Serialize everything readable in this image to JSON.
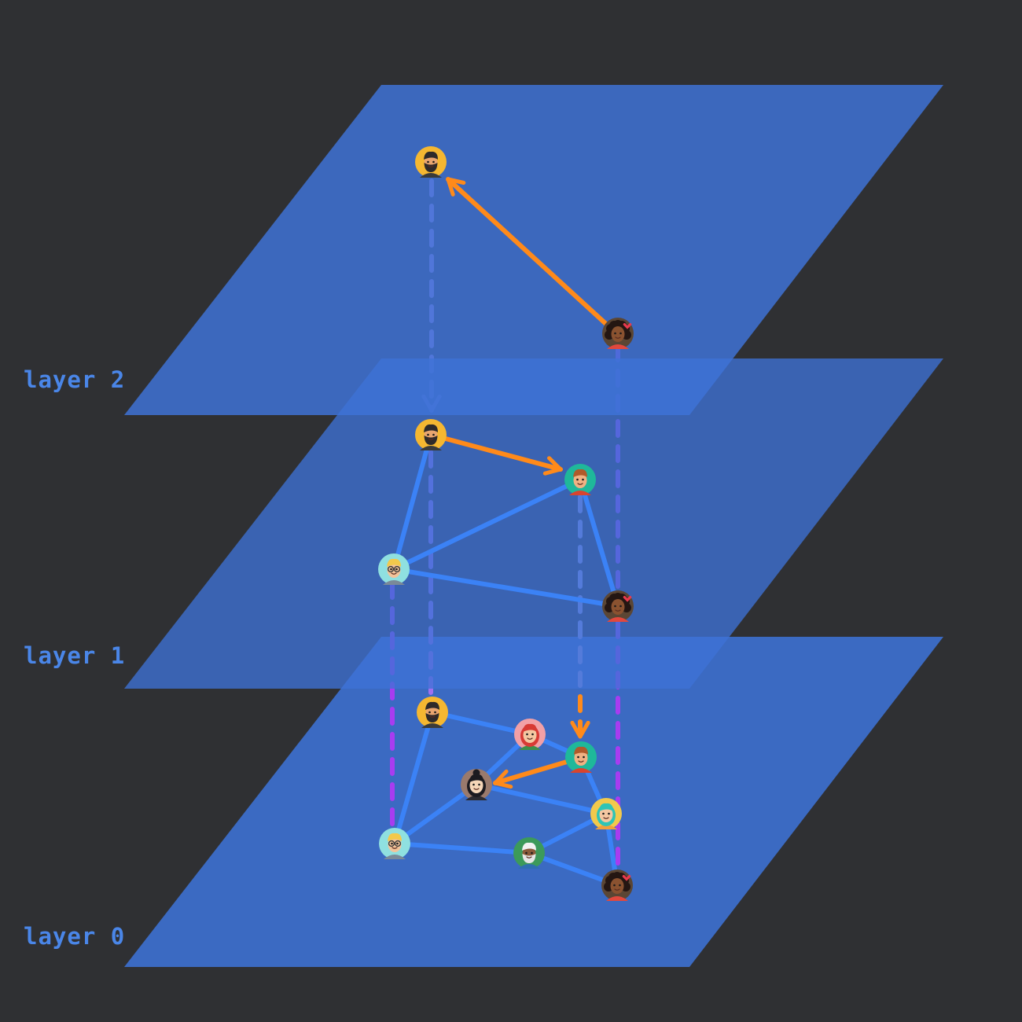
{
  "layers": [
    {
      "id": 0,
      "label": "layer 0"
    },
    {
      "id": 1,
      "label": "layer 1"
    },
    {
      "id": 2,
      "label": "layer 2"
    }
  ],
  "colors": {
    "background": "#2f3033",
    "plane": "#3e72d6",
    "label": "#4a86e8",
    "edge": "#3b82f6",
    "search_path": "#ff8a1a",
    "drop_link": "#a83cf0"
  },
  "nodes": [
    {
      "id": "bearded-man",
      "icon": "avatar-bearded-man-icon"
    },
    {
      "id": "curly-woman",
      "icon": "avatar-curly-woman-icon"
    },
    {
      "id": "redhead-man",
      "icon": "avatar-redhead-man-icon"
    },
    {
      "id": "blond-glasses",
      "icon": "avatar-blond-glasses-icon"
    },
    {
      "id": "red-hair-woman",
      "icon": "avatar-red-hair-woman-icon"
    },
    {
      "id": "black-hair-woman",
      "icon": "avatar-black-hair-woman-icon"
    },
    {
      "id": "teal-hair-woman",
      "icon": "avatar-teal-hair-woman-icon"
    },
    {
      "id": "white-hair-man",
      "icon": "avatar-white-hair-man-icon"
    }
  ],
  "graph": {
    "layer2": {
      "nodes": [
        "bearded-man",
        "curly-woman"
      ],
      "edges": []
    },
    "layer1": {
      "nodes": [
        "bearded-man",
        "redhead-man",
        "blond-glasses",
        "curly-woman"
      ],
      "edges": [
        [
          "bearded-man",
          "blond-glasses"
        ],
        [
          "blond-glasses",
          "redhead-man"
        ],
        [
          "blond-glasses",
          "curly-woman"
        ],
        [
          "redhead-man",
          "curly-woman"
        ]
      ]
    },
    "layer0": {
      "nodes": [
        "bearded-man",
        "red-hair-woman",
        "redhead-man",
        "black-hair-woman",
        "teal-hair-woman",
        "blond-glasses",
        "white-hair-man",
        "curly-woman"
      ],
      "edges": [
        [
          "bearded-man",
          "red-hair-woman"
        ],
        [
          "red-hair-woman",
          "redhead-man"
        ],
        [
          "bearded-man",
          "blond-glasses"
        ],
        [
          "red-hair-woman",
          "black-hair-woman"
        ],
        [
          "black-hair-woman",
          "blond-glasses"
        ],
        [
          "black-hair-woman",
          "teal-hair-woman"
        ],
        [
          "redhead-man",
          "teal-hair-woman"
        ],
        [
          "blond-glasses",
          "white-hair-man"
        ],
        [
          "white-hair-man",
          "teal-hair-woman"
        ],
        [
          "white-hair-man",
          "curly-woman"
        ],
        [
          "teal-hair-woman",
          "curly-woman"
        ]
      ]
    }
  },
  "search_path": [
    [
      "layer2:curly-woman",
      "layer2:bearded-man"
    ],
    [
      "layer2:bearded-man",
      "layer1:bearded-man"
    ],
    [
      "layer1:bearded-man",
      "layer1:redhead-man"
    ],
    [
      "layer1:redhead-man",
      "layer0:redhead-man"
    ],
    [
      "layer0:redhead-man",
      "layer0:black-hair-woman"
    ]
  ]
}
